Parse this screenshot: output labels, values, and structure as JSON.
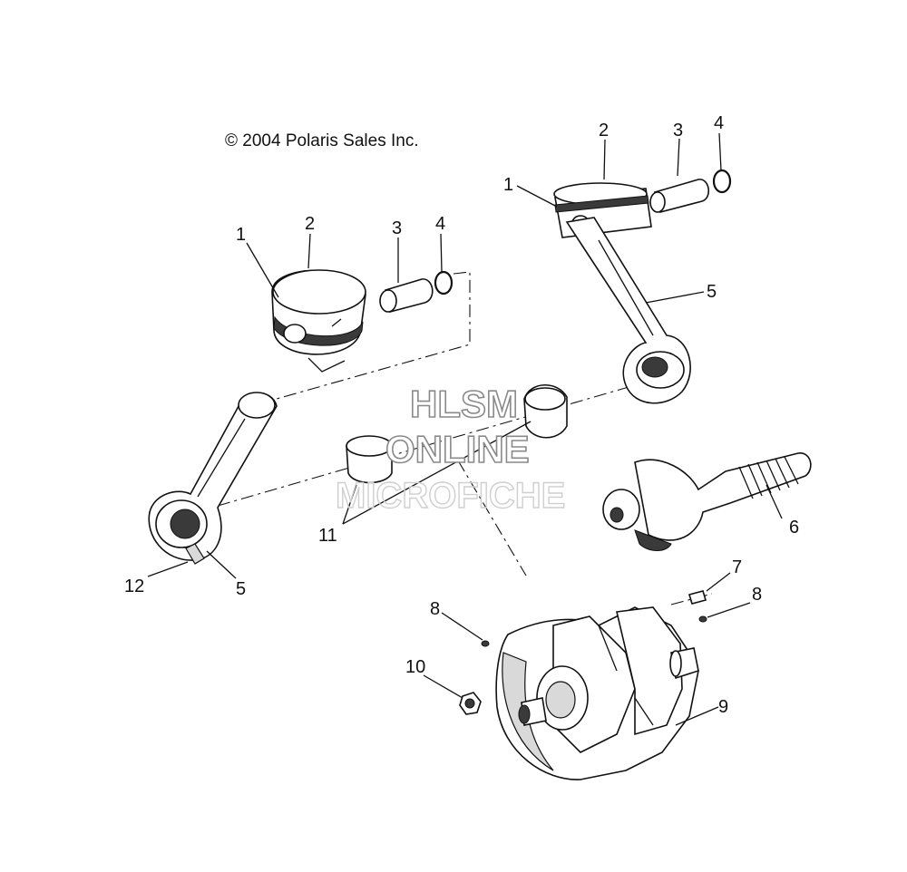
{
  "copyright": "© 2004 Polaris Sales Inc.",
  "watermark": {
    "line1": "HLSM",
    "line2": "ONLINE",
    "line3": "MICROFICHE"
  },
  "callouts": {
    "left_piston": "1",
    "left_piston_top": "2",
    "left_pin": "3",
    "left_clip": "4",
    "right_piston": "1",
    "right_piston_top": "2",
    "right_pin": "3",
    "right_clip": "4",
    "right_rod": "5",
    "left_rod": "5",
    "shaft": "6",
    "pin7": "7",
    "screw8_right": "8",
    "screw8_left": "8",
    "crankshaft": "9",
    "nut10": "10",
    "bearings": "11",
    "bolt12": "12"
  }
}
